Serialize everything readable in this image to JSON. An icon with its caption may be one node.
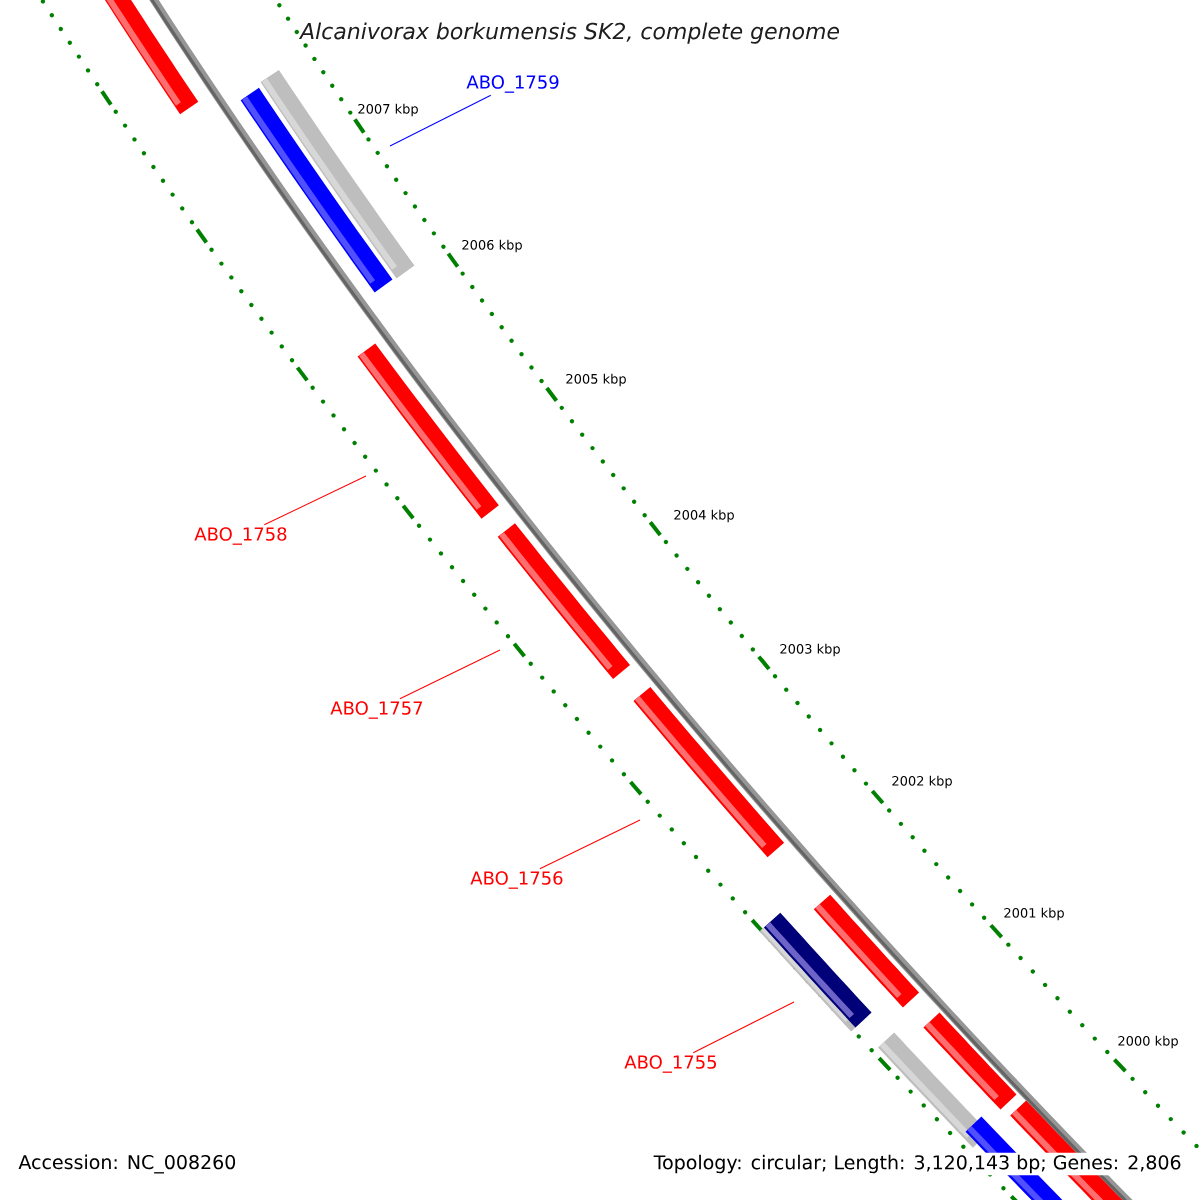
{
  "diagram": {
    "title": "Alcanivorax borkumensis SK2, complete genome",
    "nodes": [
      {
        "text": [
          "ABO_1759"
        ]
      },
      {
        "text": [
          "ABO_1758"
        ]
      },
      {
        "text": [
          "ABO_1757"
        ]
      },
      {
        "text": [
          "ABO_1756"
        ]
      },
      {
        "text": [
          "ABO_1755"
        ]
      }
    ],
    "edges": [
      {
        "from": 0,
        "to": null,
        "arrow": "none",
        "color": "#0000ff"
      },
      {
        "from": 1,
        "to": null,
        "arrow": "none"
      },
      {
        "from": 2,
        "to": null,
        "arrow": "none"
      },
      {
        "from": 3,
        "to": null,
        "arrow": "none"
      },
      {
        "from": 4,
        "to": null,
        "arrow": "none"
      }
    ],
    "labels": [
      "2007 kbp",
      "2006 kbp",
      "2005 kbp",
      "2004 kbp",
      "2003 kbp",
      "2002 kbp",
      "2001 kbp",
      "2000 kbp",
      "Accession: NC_008260",
      "Topology: circular; Length: 3,120,143 bp; Genes: 2,806"
    ]
  }
}
